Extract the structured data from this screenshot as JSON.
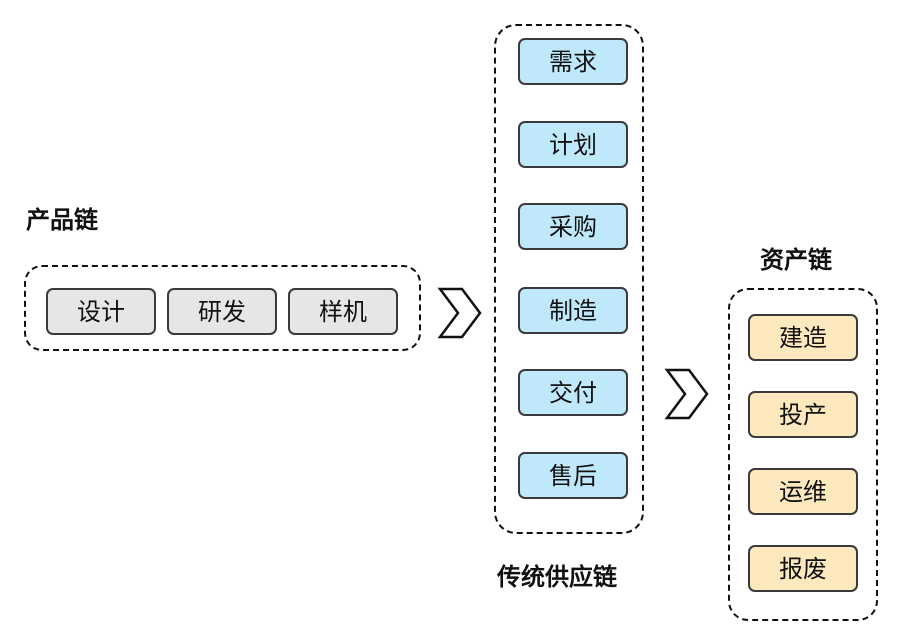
{
  "product_chain": {
    "title": "产品链",
    "steps": [
      "设计",
      "研发",
      "样机"
    ],
    "color": "#e6e6e6"
  },
  "supply_chain": {
    "title": "传统供应链",
    "steps": [
      "需求",
      "计划",
      "采购",
      "制造",
      "交付",
      "售后"
    ],
    "color": "#bfe9fb"
  },
  "asset_chain": {
    "title": "资产链",
    "steps": [
      "建造",
      "投产",
      "运维",
      "报废"
    ],
    "color": "#fde9bd"
  },
  "connectors": [
    "chevron-right-icon",
    "chevron-right-icon"
  ]
}
